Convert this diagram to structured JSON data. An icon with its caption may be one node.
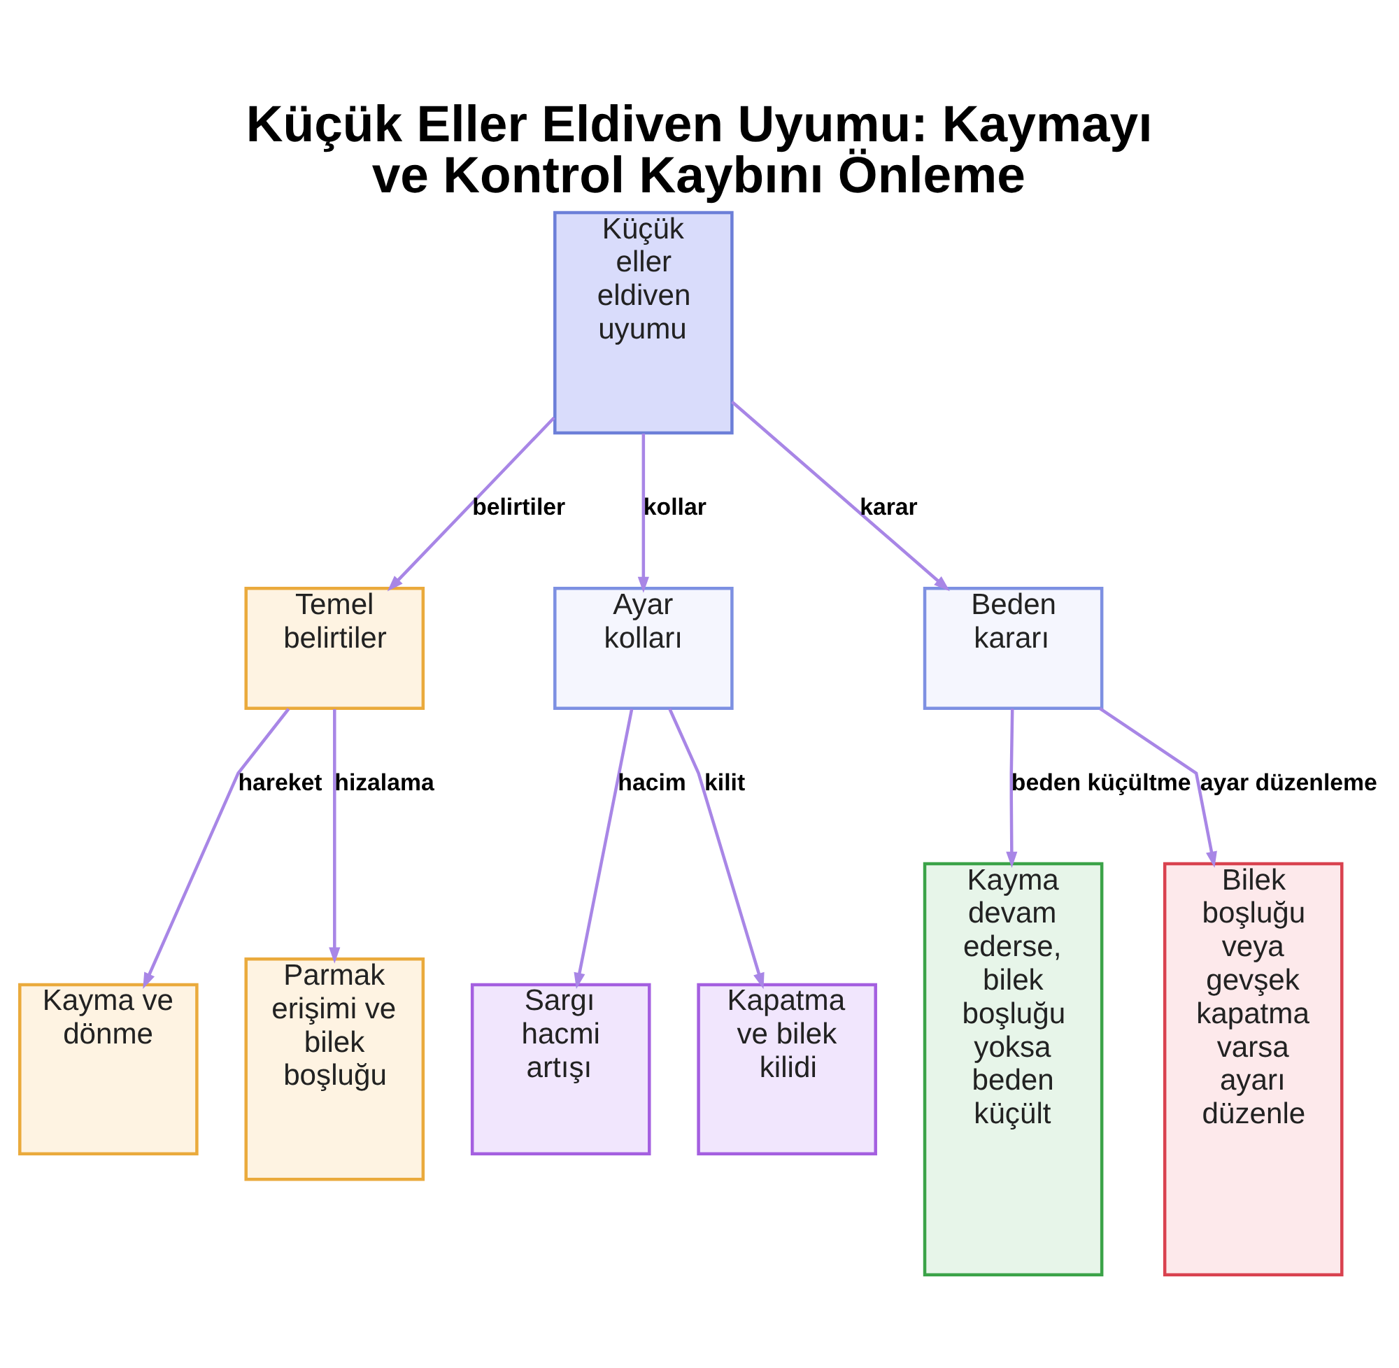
{
  "diagram": {
    "title": "Küçük Eller Eldiven Uyumu: Kaymayı ve Kontrol Kaybını Önleme",
    "nodes": [
      {
        "text": [
          "Küçük eller eldiven uyumu"
        ]
      },
      {
        "text": [
          "Temel belirtiler"
        ]
      },
      {
        "text": [
          "Ayar kolları"
        ]
      },
      {
        "text": [
          "Beden kararı"
        ]
      },
      {
        "text": [
          "Kayma ve dönme"
        ]
      },
      {
        "text": [
          "Parmak erişimi ve bilek boşluğu"
        ]
      },
      {
        "text": [
          "Sargı hacmi artışı"
        ]
      },
      {
        "text": [
          "Kapatma ve bilek kilidi"
        ]
      },
      {
        "text": [
          "Kayma devam ederse, bilek boşluğu yoksa beden küçült"
        ]
      },
      {
        "text": [
          "Bilek boşluğu veya gevşek kapatma varsa ayarı düzenle"
        ]
      }
    ],
    "edges": [
      {
        "from": 0,
        "to": 1,
        "arrow": "to",
        "label": "belirtiler"
      },
      {
        "from": 0,
        "to": 2,
        "arrow": "to",
        "label": "kollar"
      },
      {
        "from": 0,
        "to": 3,
        "arrow": "to",
        "label": "karar"
      },
      {
        "from": 1,
        "to": 4,
        "arrow": "to",
        "label": "hareket"
      },
      {
        "from": 1,
        "to": 5,
        "arrow": "to",
        "label": "hizalama"
      },
      {
        "from": 2,
        "to": 6,
        "arrow": "to",
        "label": "hacim"
      },
      {
        "from": 2,
        "to": 7,
        "arrow": "to",
        "label": "kilit"
      },
      {
        "from": 3,
        "to": 8,
        "arrow": "to",
        "label": "beden küçültme"
      },
      {
        "from": 3,
        "to": 9,
        "arrow": "to",
        "label": "ayar düzenleme"
      }
    ]
  }
}
